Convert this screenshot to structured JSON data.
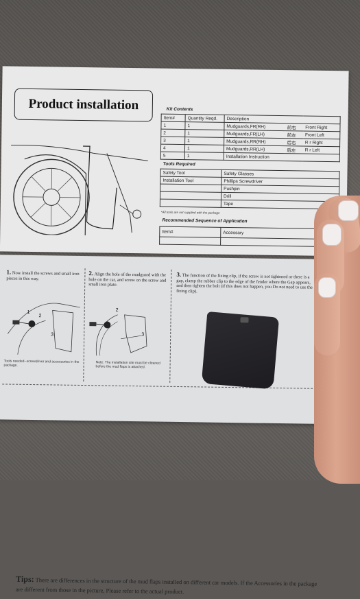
{
  "title": "Product installation",
  "kit": {
    "label": "Kit Contents",
    "headers": [
      "Item#",
      "Quantity Reqd.",
      "Description"
    ],
    "rows": [
      {
        "item": "1",
        "qty": "1",
        "desc": "Mudguards,FR(RH)",
        "cn": "前右",
        "en": "Front Right"
      },
      {
        "item": "2",
        "qty": "1",
        "desc": "Mudguards,FR(LH)",
        "cn": "前左",
        "en": "Front Left"
      },
      {
        "item": "3",
        "qty": "1",
        "desc": "Mudguards,RR(RH)",
        "cn": "后右",
        "en": "R r Right"
      },
      {
        "item": "4",
        "qty": "1",
        "desc": "Mudguards,RR(LH)",
        "cn": "后左",
        "en": "R r Left"
      },
      {
        "item": "5",
        "qty": "1",
        "desc": "Installation Instruction",
        "cn": "",
        "en": ""
      }
    ]
  },
  "tools": {
    "label": "Tools Required",
    "rows": [
      {
        "a": "Safety Tool",
        "b": "Safety Glasses"
      },
      {
        "a": "Installation Tool",
        "b": "Phillips Screwdriver"
      },
      {
        "a": "",
        "b": "Pushpin"
      },
      {
        "a": "",
        "b": "Drill"
      },
      {
        "a": "",
        "b": "Tape"
      }
    ],
    "note": "*All tools are not supplied with the package"
  },
  "sequence": {
    "label": "Recommended Sequence of Application",
    "headers": [
      "Item#",
      "Accessary"
    ]
  },
  "steps": [
    {
      "num": "1.",
      "text": "Now install the screws and small iron pieces in this way."
    },
    {
      "num": "2.",
      "text": "Align the hole of the mudguard with the hole on the car, and screw on the screw and small iron plate."
    },
    {
      "num": "3.",
      "text": "The function of the fixing clip, if the screw is not tightened or there is a gap, clamp the rubber clip to the edge of the fender where the Gap appears, and then tighten the bolt (if this does not happen, you Do not need to use the fixing clip)."
    }
  ],
  "tools_note": "Tools needed--screwdriver and accessories in the package.",
  "install_note": "Note: The installation site must be cleaned before the mud flaps is attached.",
  "tips": {
    "label": "Tips:",
    "text": "There are differences in the structure of the mud flaps installed on different car models. If the Accessories in the package are different from those in the picture, Please refer to the actual product."
  },
  "diagram_labels": {
    "one": "1",
    "two": "2",
    "three": "3"
  }
}
